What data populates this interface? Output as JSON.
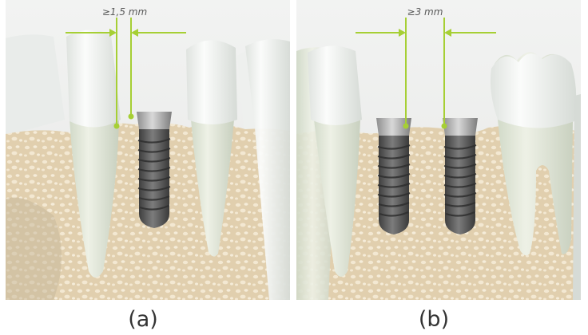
{
  "panels": [
    {
      "caption": "(a)",
      "measurement": "≥1,5 mm"
    },
    {
      "caption": "(b)",
      "measurement": "≥3 mm"
    }
  ],
  "colors": {
    "measure_line": "#a6cf34",
    "bone": "#e1cfae",
    "bone_spots": "#f3e8d2",
    "tooth": "#f4f6f4",
    "implant": "#5e5e5e",
    "caption_text": "#333333"
  }
}
